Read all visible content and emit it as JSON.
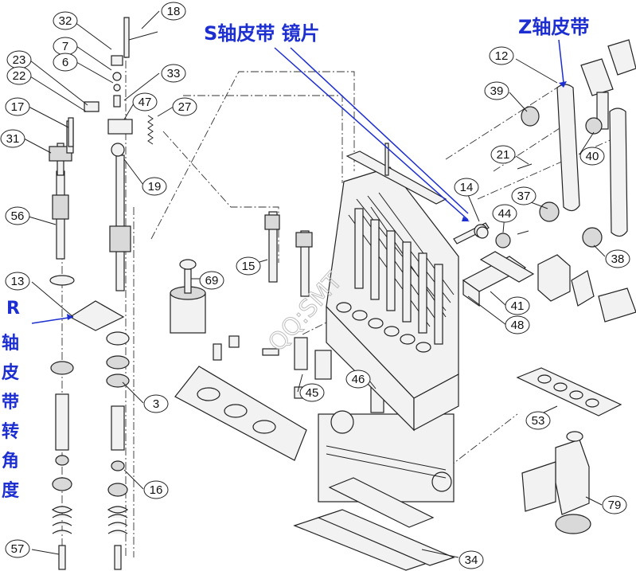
{
  "titles": {
    "s_axis": "S轴皮带 镜片",
    "z_axis": "Z轴皮带",
    "r_axis_letter": "R",
    "r_axis_chars": [
      "轴",
      "皮",
      "带",
      "转",
      "角",
      "度"
    ]
  },
  "watermark": "QQ:SMT",
  "colors": {
    "accent": "#1d2fd0",
    "line": "#222222"
  },
  "callouts": [
    {
      "id": "c32",
      "label": "32"
    },
    {
      "id": "c18",
      "label": "18"
    },
    {
      "id": "c7",
      "label": "7"
    },
    {
      "id": "c6",
      "label": "6"
    },
    {
      "id": "c23",
      "label": "23"
    },
    {
      "id": "c22",
      "label": "22"
    },
    {
      "id": "c33",
      "label": "33"
    },
    {
      "id": "c47",
      "label": "47"
    },
    {
      "id": "c27",
      "label": "27"
    },
    {
      "id": "c17",
      "label": "17"
    },
    {
      "id": "c31",
      "label": "31"
    },
    {
      "id": "c19",
      "label": "19"
    },
    {
      "id": "c56",
      "label": "56"
    },
    {
      "id": "c15",
      "label": "15"
    },
    {
      "id": "c69",
      "label": "69"
    },
    {
      "id": "c13",
      "label": "13"
    },
    {
      "id": "c3",
      "label": "3"
    },
    {
      "id": "c45",
      "label": "45"
    },
    {
      "id": "c46",
      "label": "46"
    },
    {
      "id": "c16",
      "label": "16"
    },
    {
      "id": "c57",
      "label": "57"
    },
    {
      "id": "c34",
      "label": "34"
    },
    {
      "id": "c12",
      "label": "12"
    },
    {
      "id": "c39",
      "label": "39"
    },
    {
      "id": "c21",
      "label": "21"
    },
    {
      "id": "c40",
      "label": "40"
    },
    {
      "id": "c14",
      "label": "14"
    },
    {
      "id": "c44",
      "label": "44"
    },
    {
      "id": "c37",
      "label": "37"
    },
    {
      "id": "c38",
      "label": "38"
    },
    {
      "id": "c41",
      "label": "41"
    },
    {
      "id": "c48",
      "label": "48"
    },
    {
      "id": "c53",
      "label": "53"
    },
    {
      "id": "c79",
      "label": "79"
    }
  ]
}
